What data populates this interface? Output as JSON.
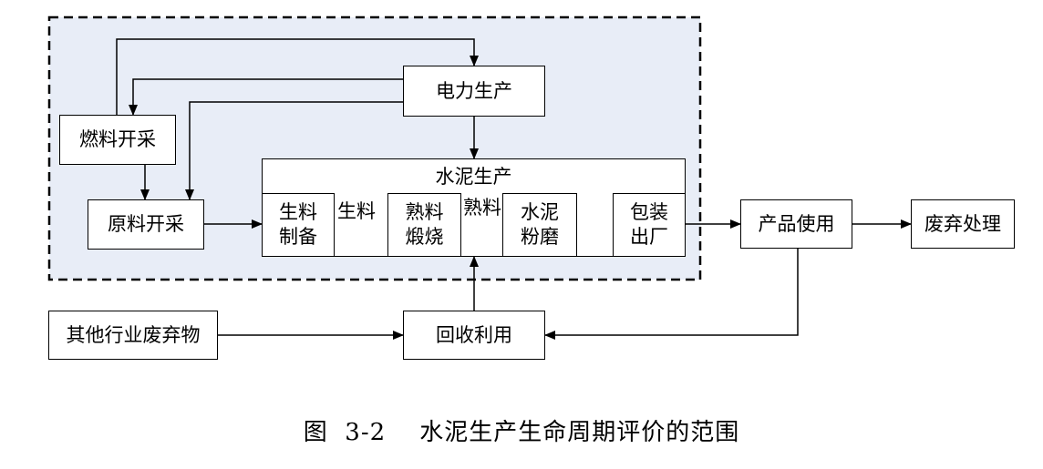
{
  "boxes": {
    "power": "电力生产",
    "fuel_mining": "燃料开采",
    "raw_mining": "原料开采",
    "cement_production": "水泥生产",
    "raw_prep": [
      "生料",
      "制备"
    ],
    "clinker_burning": [
      "熟料",
      "煅烧"
    ],
    "cement_grinding": [
      "水泥",
      "粉磨"
    ],
    "packing": [
      "包装",
      "出厂"
    ],
    "product_use": "产品使用",
    "disposal": "废弃处理",
    "other_waste": "其他行业废弃物",
    "recycling": "回收利用"
  },
  "flow_labels": {
    "raw_meal": "生料",
    "clinker": "熟料"
  },
  "caption": {
    "prefix": "图",
    "number": "3-2",
    "title": "水泥生产生命周期评价的范围"
  },
  "colors": {
    "scope_fill": "#e8edf7",
    "line": "#000000"
  }
}
